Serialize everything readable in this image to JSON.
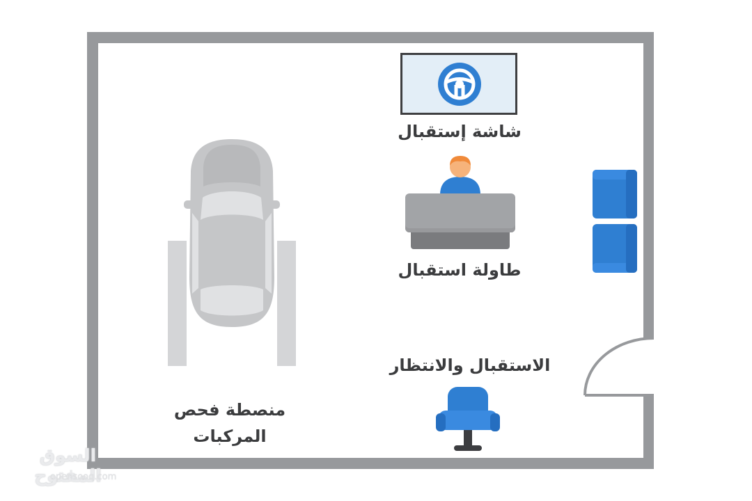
{
  "labels": {
    "screen": "شاشة إستقبال",
    "desk": "طاولة استقبال",
    "waiting": "الاستقبال والانتظار",
    "inspection": "منصطة فحص المركبات"
  },
  "watermark": {
    "arabic": "السوق المفتوح",
    "latin": "opensooq.com"
  },
  "icons": {
    "screen": "steering-wheel-icon",
    "person": "receptionist-icon",
    "vehicle": "car-on-lift-icon",
    "seating": "armchair-icon",
    "door": "door-swing-icon"
  },
  "colors": {
    "wall": "#97999c",
    "accent_blue": "#2f7fd2",
    "text": "#3b3c3e",
    "gray_fixture": "#a2a4a7"
  }
}
